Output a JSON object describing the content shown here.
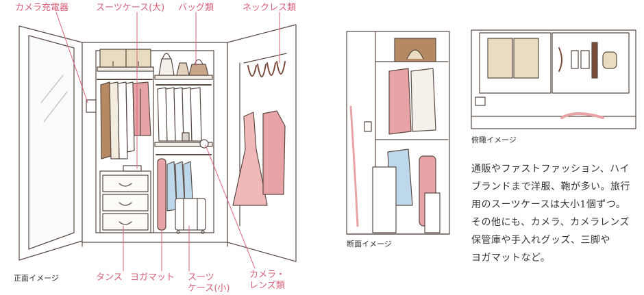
{
  "labels": {
    "camera_charger": "カメラ充電器",
    "suitcase_large": "スーツケース(大)",
    "bags": "バッグ類",
    "necklaces": "ネックレス類",
    "drawers": "タンス",
    "yoga_mat": "ヨガマット",
    "suitcase_small_l1": "スーツ",
    "suitcase_small_l2": "ケース(小)",
    "camera_lens_l1": "カメラ・",
    "camera_lens_l2": "レンズ類"
  },
  "captions": {
    "front": "正面イメージ",
    "section": "断面イメージ",
    "top": "俯瞰イメージ"
  },
  "description": [
    "通販やファストファッション、ハイ",
    "ブランドまで洋服、鞄が多い。旅行",
    "用のスーツケースは大小1個ずつ。",
    "その他にも、カメラ、カメラレンズ",
    "保管庫や手入れグッズ、三脚や",
    "ヨガマットなど。"
  ],
  "colors": {
    "label": "#d9607a",
    "line": "#5a4a44",
    "pink": "#e7a3a5",
    "beige": "#e9dcc0",
    "tan": "#b58a62",
    "light_blue": "#bcd8ea",
    "brown": "#7a4a3a"
  }
}
